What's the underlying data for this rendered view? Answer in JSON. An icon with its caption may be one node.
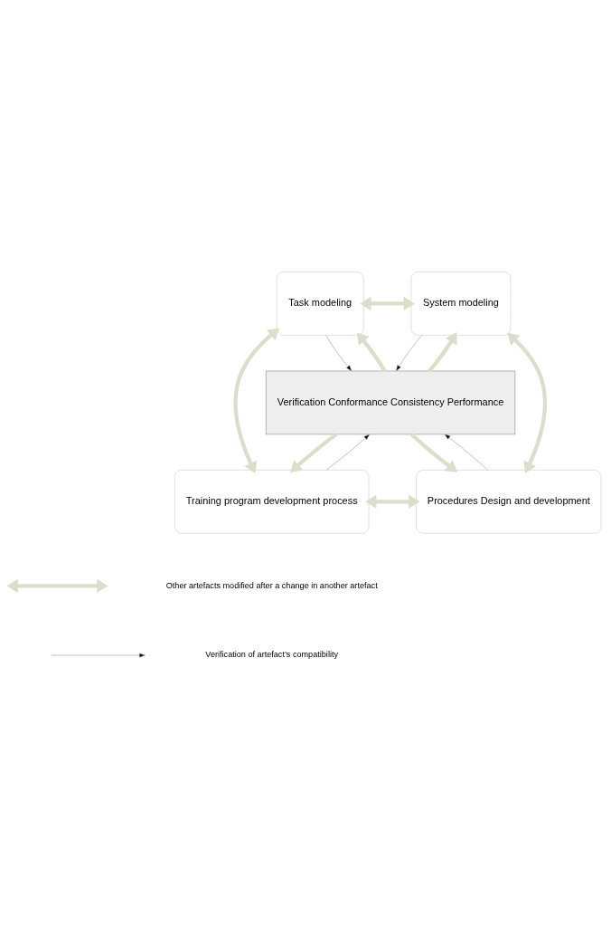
{
  "diagram": {
    "nodes": [
      {
        "text": [
          "Task modeling"
        ]
      },
      {
        "text": [
          "System modeling"
        ]
      },
      {
        "text": [
          "Verification Conformance Consistency Performance"
        ]
      },
      {
        "text": [
          "Training program development process"
        ]
      },
      {
        "text": [
          "Procedures Design and development"
        ]
      }
    ],
    "edges": [
      {
        "from": 0,
        "to": 1,
        "arrow": "both"
      },
      {
        "from": 0,
        "to": 3,
        "arrow": "both"
      },
      {
        "from": 1,
        "to": 4,
        "arrow": "both"
      },
      {
        "from": 3,
        "to": 4,
        "arrow": "both"
      },
      {
        "from": 2,
        "to": 0,
        "arrow": "to"
      },
      {
        "from": 2,
        "to": 1,
        "arrow": "to"
      },
      {
        "from": 2,
        "to": 3,
        "arrow": "to"
      },
      {
        "from": 2,
        "to": 4,
        "arrow": "to"
      },
      {
        "from": 0,
        "to": 2,
        "arrow": "to",
        "color": "#999999"
      },
      {
        "from": 1,
        "to": 2,
        "arrow": "to",
        "color": "#999999"
      },
      {
        "from": 3,
        "to": 2,
        "arrow": "to",
        "color": "#999999"
      },
      {
        "from": 4,
        "to": 2,
        "arrow": "to",
        "color": "#999999"
      }
    ],
    "legend": [
      {
        "text": "Other artefacts modified after a change in another artefact"
      },
      {
        "text": "Verification of artefact’s compatibility"
      }
    ]
  }
}
